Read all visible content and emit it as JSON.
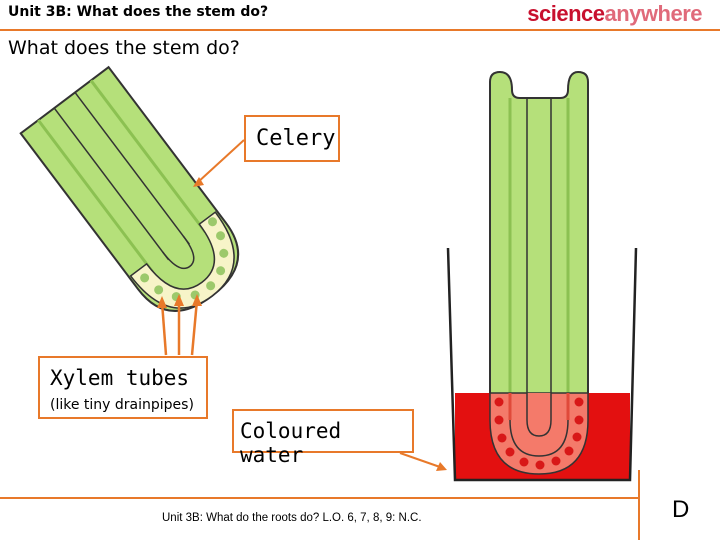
{
  "header": {
    "title": "Unit 3B: What does the stem do?",
    "logo_part1": "science",
    "logo_part2": "anywhere"
  },
  "slide": {
    "title": "What does the stem do?"
  },
  "labels": {
    "celery": "Celery",
    "xylem": "Xylem tubes",
    "xylem_sub": "(like tiny drainpipes)",
    "water": "Coloured water"
  },
  "footer": {
    "text": "Unit 3B: What do the roots do? L.O. 6, 7, 8, 9: N.C.",
    "page_letter": "D"
  },
  "colors": {
    "accent": "#e8792a",
    "celery_green": "#b5e07a",
    "celery_dark": "#8cc152",
    "xylem_fill": "#f7f4c8",
    "xylem_dot": "#9cc96b",
    "water_red": "#e31010"
  }
}
